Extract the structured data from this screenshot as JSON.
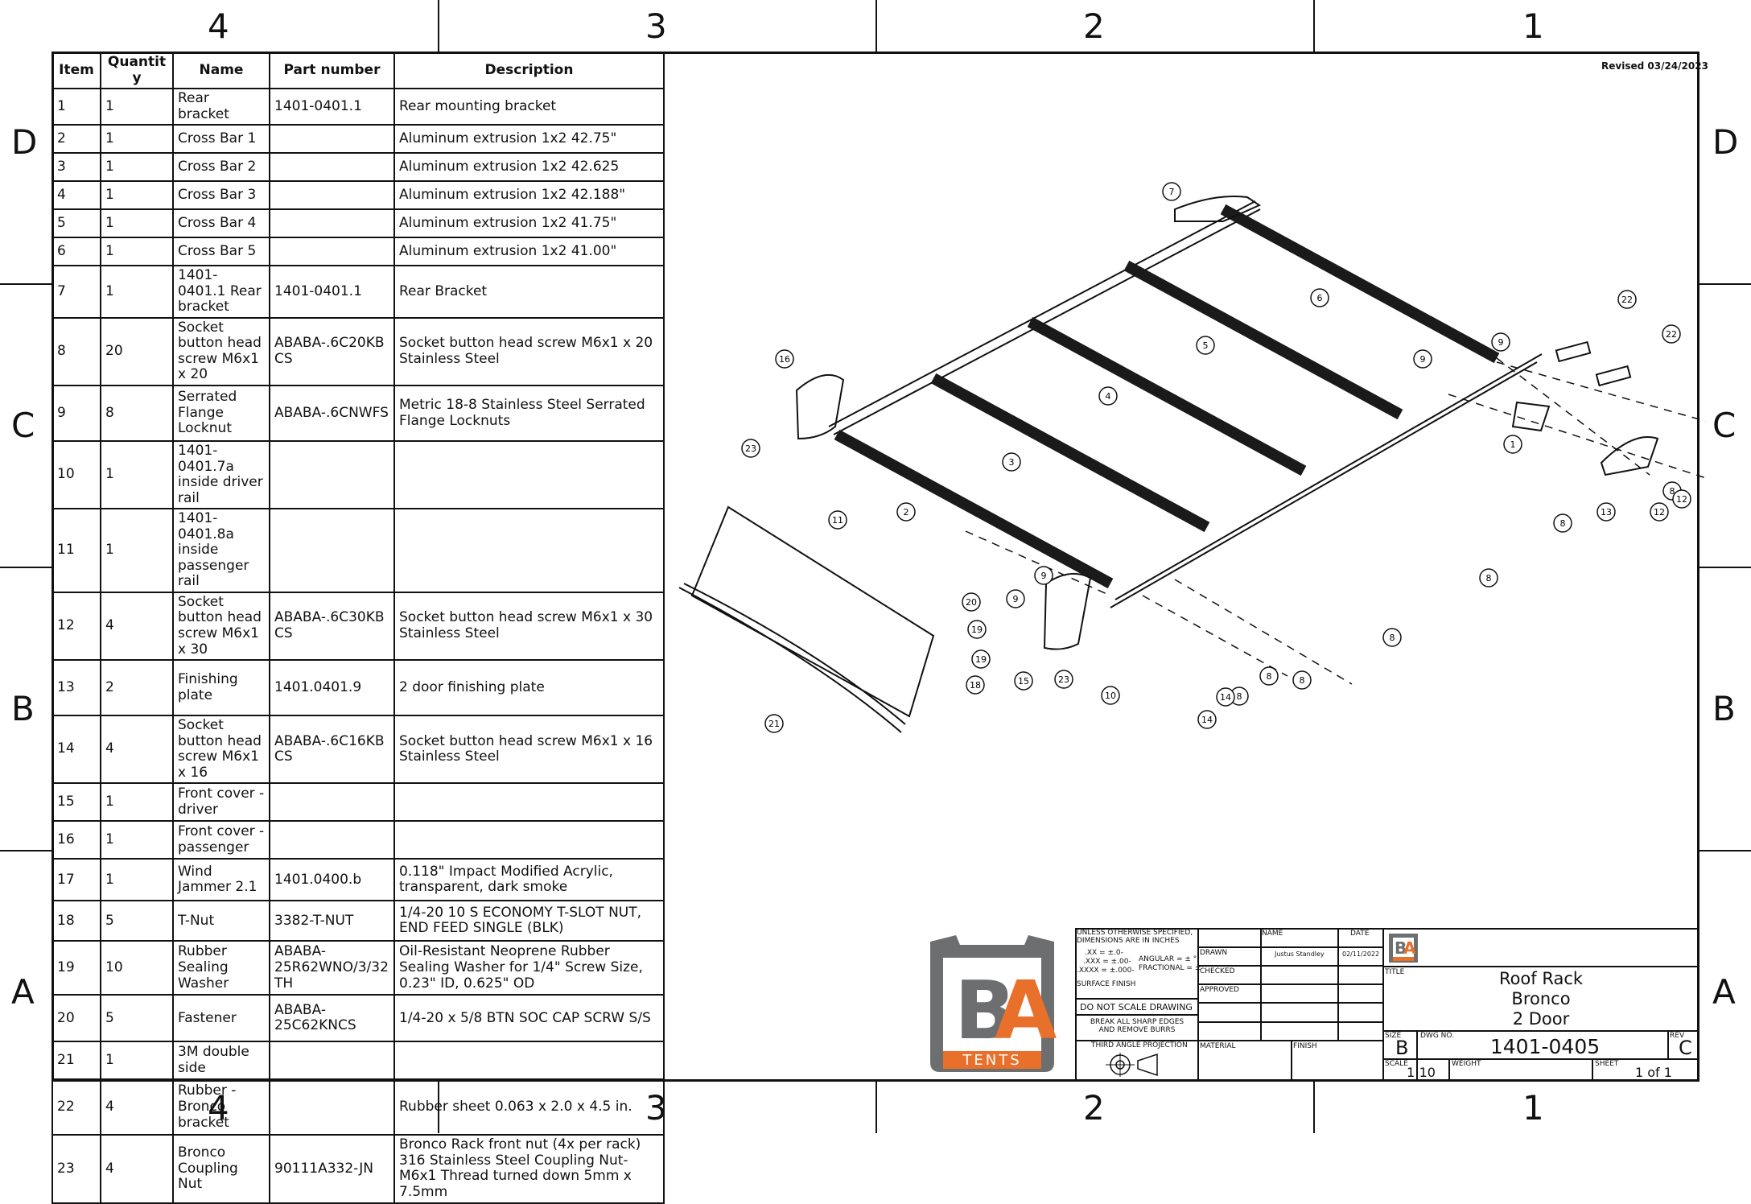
{
  "zones": {
    "top": [
      "4",
      "3",
      "2",
      "1"
    ],
    "bottom": [
      "4",
      "3",
      "2",
      "1"
    ],
    "left": [
      "D",
      "C",
      "B",
      "A"
    ],
    "right": [
      "D",
      "C",
      "B",
      "A"
    ]
  },
  "bom": {
    "headers": [
      "Item",
      "Quantity",
      "Name",
      "Part number",
      "Description"
    ],
    "rows": [
      [
        "1",
        "1",
        "Rear bracket",
        "1401-0401.1",
        "Rear mounting bracket"
      ],
      [
        "2",
        "1",
        "Cross Bar 1",
        "",
        "Aluminum extrusion 1x2 42.75\""
      ],
      [
        "3",
        "1",
        "Cross Bar 2",
        "",
        "Aluminum extrusion 1x2 42.625"
      ],
      [
        "4",
        "1",
        "Cross Bar 3",
        "",
        "Aluminum extrusion 1x2 42.188\""
      ],
      [
        "5",
        "1",
        "Cross Bar 4",
        "",
        "Aluminum extrusion 1x2 41.75\""
      ],
      [
        "6",
        "1",
        "Cross Bar 5",
        "",
        "Aluminum extrusion 1x2 41.00\""
      ],
      [
        "7",
        "1",
        "1401-0401.1 Rear bracket",
        "1401-0401.1",
        "Rear Bracket"
      ],
      [
        "8",
        "20",
        "Socket button head screw M6x1 x 20",
        "ABABA-.6C20KBCS",
        "Socket button head screw M6x1 x 20 Stainless Steel"
      ],
      [
        "9",
        "8",
        "Serrated Flange Locknut",
        "ABABA-.6CNWFS",
        "Metric 18-8 Stainless Steel Serrated Flange Locknuts"
      ],
      [
        "10",
        "1",
        "1401-0401.7a inside driver rail",
        "",
        ""
      ],
      [
        "11",
        "1",
        "1401-0401.8a inside passenger rail",
        "",
        ""
      ],
      [
        "12",
        "4",
        "Socket button head screw M6x1 x 30",
        "ABABA-.6C30KBCS",
        "Socket button head screw M6x1 x 30 Stainless Steel"
      ],
      [
        "13",
        "2",
        "Finishing plate",
        "1401.0401.9",
        "2 door finishing plate"
      ],
      [
        "14",
        "4",
        "Socket button head screw M6x1 x 16",
        "ABABA-.6C16KBCS",
        "Socket button head screw M6x1 x 16 Stainless Steel"
      ],
      [
        "15",
        "1",
        "Front cover - driver",
        "",
        ""
      ],
      [
        "16",
        "1",
        "Front cover - passenger",
        "",
        ""
      ],
      [
        "17",
        "1",
        "Wind Jammer 2.1",
        "1401.0400.b",
        "0.118\" Impact Modified Acrylic, transparent, dark smoke"
      ],
      [
        "18",
        "5",
        "T-Nut",
        "3382-T-NUT",
        "1/4-20 10 S ECONOMY T-SLOT NUT, END FEED SINGLE (BLK)"
      ],
      [
        "19",
        "10",
        "Rubber Sealing Washer",
        "ABABA-25R62WNO/3/32TH",
        "Oil-Resistant Neoprene Rubber Sealing Washer for 1/4\" Screw Size, 0.23\" ID, 0.625\" OD"
      ],
      [
        "20",
        "5",
        "Fastener",
        "ABABA-25C62KNCS",
        "1/4-20 x 5/8 BTN SOC CAP SCRW S/S"
      ],
      [
        "21",
        "1",
        "3M double side",
        "",
        ""
      ],
      [
        "22",
        "4",
        "Rubber - Bronco bracket",
        "",
        "Rubber sheet 0.063 x 2.0 x 4.5 in."
      ],
      [
        "23",
        "4",
        "Bronco Coupling Nut",
        "90111A332-JN",
        "Bronco Rack front nut (4x per rack) 316 Stainless Steel Coupling Nut-M6x1 Thread turned down 5mm x 7.5mm"
      ]
    ]
  },
  "revised": "Revised 03/24/2023",
  "balloons": [
    "1",
    "2",
    "3",
    "4",
    "5",
    "6",
    "7",
    "8",
    "8",
    "8",
    "8",
    "8",
    "8",
    "8",
    "9",
    "9",
    "9",
    "9",
    "10",
    "11",
    "12",
    "12",
    "13",
    "14",
    "14",
    "15",
    "16",
    "18",
    "19",
    "19",
    "20",
    "21",
    "22",
    "22",
    "23",
    "23"
  ],
  "logo": {
    "letters": "BA",
    "sub": "TENTS",
    "orange": "#e8702a",
    "gray": "#6d6e70"
  },
  "title_block": {
    "tolerance_header": "UNLESS OTHERWISE SPECIFIED, DIMENSIONS ARE IN INCHES",
    "tol_xx": ".XX = ±.0-",
    "tol_xxx": ".XXX = ±.00-",
    "tol_xxxx": ".XXXX = ±.000-",
    "angular": "ANGULAR = ± °",
    "fractional": "FRACTIONAL = ±",
    "surface_finish": "SURFACE FINISH",
    "do_not_scale": "DO NOT SCALE DRAWING",
    "break_edges": "BREAK ALL SHARP EDGES AND REMOVE BURRS",
    "projection": "THIRD ANGLE PROJECTION",
    "col_name": "NAME",
    "col_date": "DATE",
    "drawn_label": "DRAWN",
    "drawn_name": "Justus Standley",
    "drawn_date": "02/11/2022",
    "checked_label": "CHECKED",
    "approved_label": "APPROVED",
    "material_label": "MATERIAL",
    "finish_label": "FINISH",
    "title_label": "TITLE",
    "title_lines": [
      "Roof Rack",
      "Bronco",
      "2 Door"
    ],
    "size_label": "SIZE",
    "size": "B",
    "dwg_label": "DWG NO.",
    "dwg_no": "1401-0405",
    "rev_label": "REV",
    "rev": "C",
    "scale_label": "SCALE",
    "scale": "1:10",
    "weight_label": "WEIGHT",
    "sheet_label": "SHEET",
    "sheet": "1 of 1"
  }
}
